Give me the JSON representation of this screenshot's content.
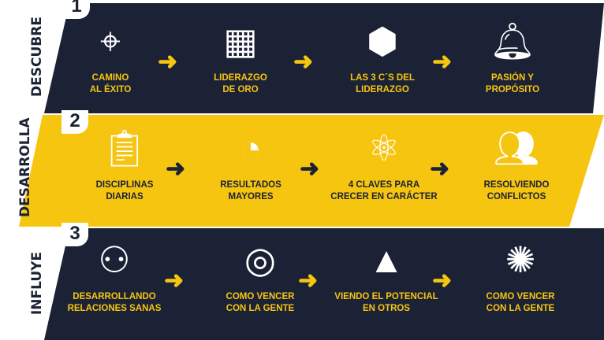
{
  "sections": [
    {
      "number": "1",
      "title": "DESCUBRE",
      "items": [
        {
          "icon": "map-pin-icon",
          "glyph": "⌖",
          "line1": "CAMINO",
          "line2": "AL ÉXITO"
        },
        {
          "icon": "gold-bars-icon",
          "glyph": "▦",
          "line1": "LIDERAZGO",
          "line2": "DE ORO"
        },
        {
          "icon": "c-hexagon-icon",
          "glyph": "⬢",
          "line1": "LAS 3 C´S DEL",
          "line2": "LIDERAZGO"
        },
        {
          "icon": "alarm-bell-icon",
          "glyph": "🔔︎",
          "line1": "PASIÓN Y",
          "line2": "PROPÓSITO"
        }
      ]
    },
    {
      "number": "2",
      "title": "DESARROLLA",
      "items": [
        {
          "icon": "strategy-clipboard-icon",
          "glyph": "📋︎",
          "line1": "DISCIPLINAS",
          "line2": "DIARIAS"
        },
        {
          "icon": "speedometer-icon",
          "glyph": "◔",
          "line1": "RESULTADOS",
          "line2": "MAYORES"
        },
        {
          "icon": "atom-head-icon",
          "glyph": "⚛",
          "line1": "4 CLAVES PARA",
          "line2": "CRECER EN CARÁCTER"
        },
        {
          "icon": "people-pointing-icon",
          "glyph": "👥︎",
          "line1": "RESOLVIENDO",
          "line2": "CONFLICTOS"
        }
      ]
    },
    {
      "number": "3",
      "title": "INFLUYE",
      "items": [
        {
          "icon": "group-people-icon",
          "glyph": "⚇",
          "line1": "DESARROLLANDO",
          "line2": "RELACIONES SANAS"
        },
        {
          "icon": "target-person-icon",
          "glyph": "◎",
          "line1": "COMO VENCER",
          "line2": "CON LA GENTE"
        },
        {
          "icon": "mountain-telescope-icon",
          "glyph": "▲",
          "line1": "VIENDO EL POTENCIAL",
          "line2": "EN OTROS"
        },
        {
          "icon": "network-icon",
          "glyph": "✺",
          "line1": "COMO VENCER",
          "line2": "CON LA GENTE"
        }
      ]
    }
  ],
  "arrow": "➜",
  "colors": {
    "navy": "#1c2236",
    "yellow": "#f6c510",
    "white": "#ffffff"
  }
}
